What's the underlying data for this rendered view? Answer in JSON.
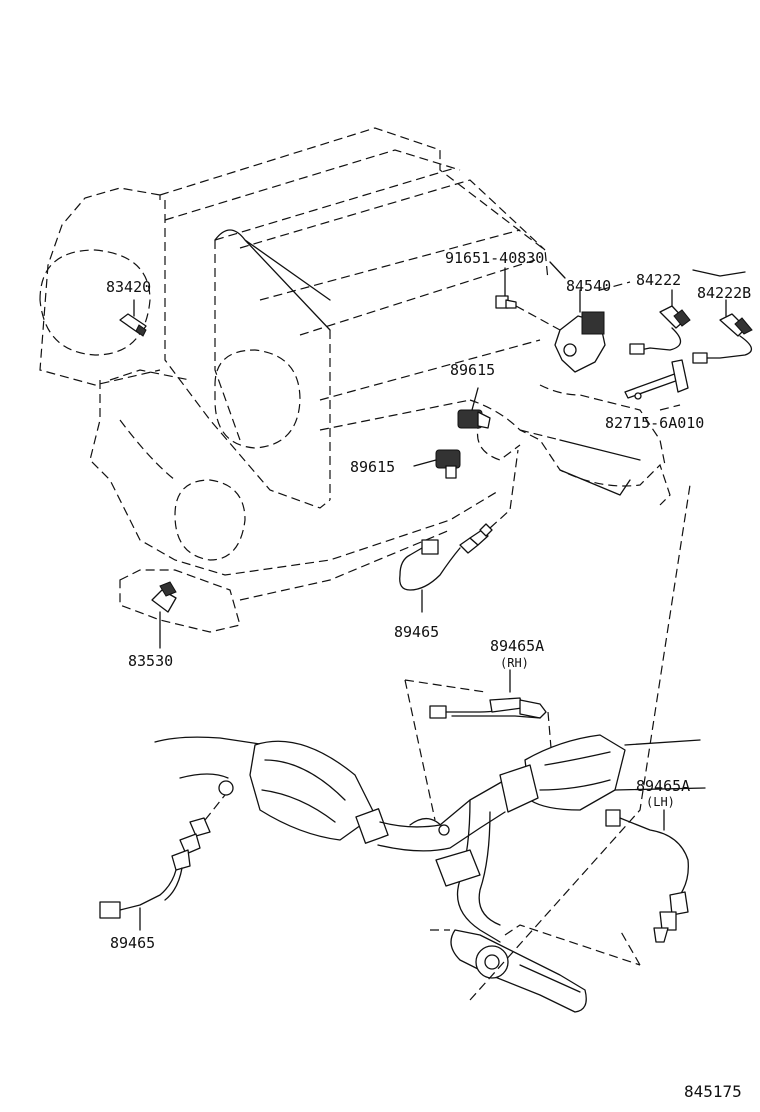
{
  "labels": {
    "p83420": "83420",
    "p91651": "91651-40830",
    "p84540": "84540",
    "p84222": "84222",
    "p84222b": "84222B",
    "p89615a": "89615",
    "p89615b": "89615",
    "p82715": "82715-6A010",
    "p89465a": "89465",
    "p83530": "83530",
    "p89465rh": "89465A",
    "rh_note": "(RH)",
    "p89465lh": "89465A",
    "lh_note": "(LH)",
    "p89465b": "89465"
  },
  "diagram_code": "845175"
}
